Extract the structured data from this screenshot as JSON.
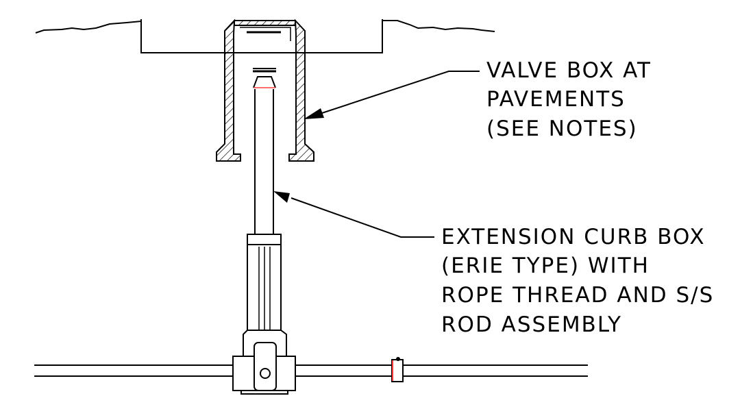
{
  "callouts": {
    "valve_box": {
      "lines": [
        "VALVE BOX AT",
        "PAVEMENTS",
        "(SEE NOTES)"
      ]
    },
    "curb_box": {
      "lines": [
        "EXTENSION CURB BOX",
        "(ERIE TYPE) WITH",
        "ROPE THREAD AND S/S",
        "ROD ASSEMBLY"
      ]
    }
  },
  "colors": {
    "line": "#000000",
    "accent": "#ff3b3b",
    "background": "#ffffff"
  }
}
